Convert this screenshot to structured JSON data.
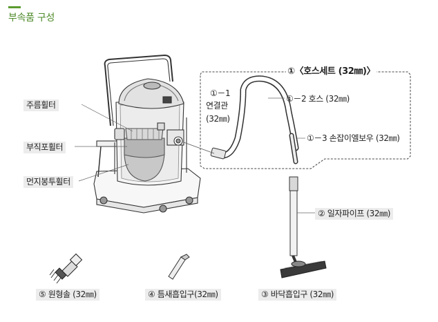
{
  "header": {
    "title": "부속품 구성",
    "accent_color": "#5a9b2e"
  },
  "labels": {
    "hose_set": "①〈호스세트 (32㎜)〉",
    "connector_line1": "①－1",
    "connector_line2": "연결관",
    "connector_line3": "(32㎜)",
    "hose": "①－2 호스 (32㎜)",
    "handle_elbow": "①－3 손잡이엘보우 (32㎜)",
    "pleated_filter": "주름휠터",
    "cloth_filter": "부직포휠터",
    "dust_bag_filter": "먼지봉투휠터",
    "straight_pipe": "② 일자파이프 (32㎜)"
  },
  "accessories": {
    "round_brush": "⑤ 원형솔 (32㎜)",
    "crevice_nozzle": "④ 틈새흡입구(32㎜)",
    "floor_nozzle": "③ 바닥흡입구 (32㎜)"
  }
}
